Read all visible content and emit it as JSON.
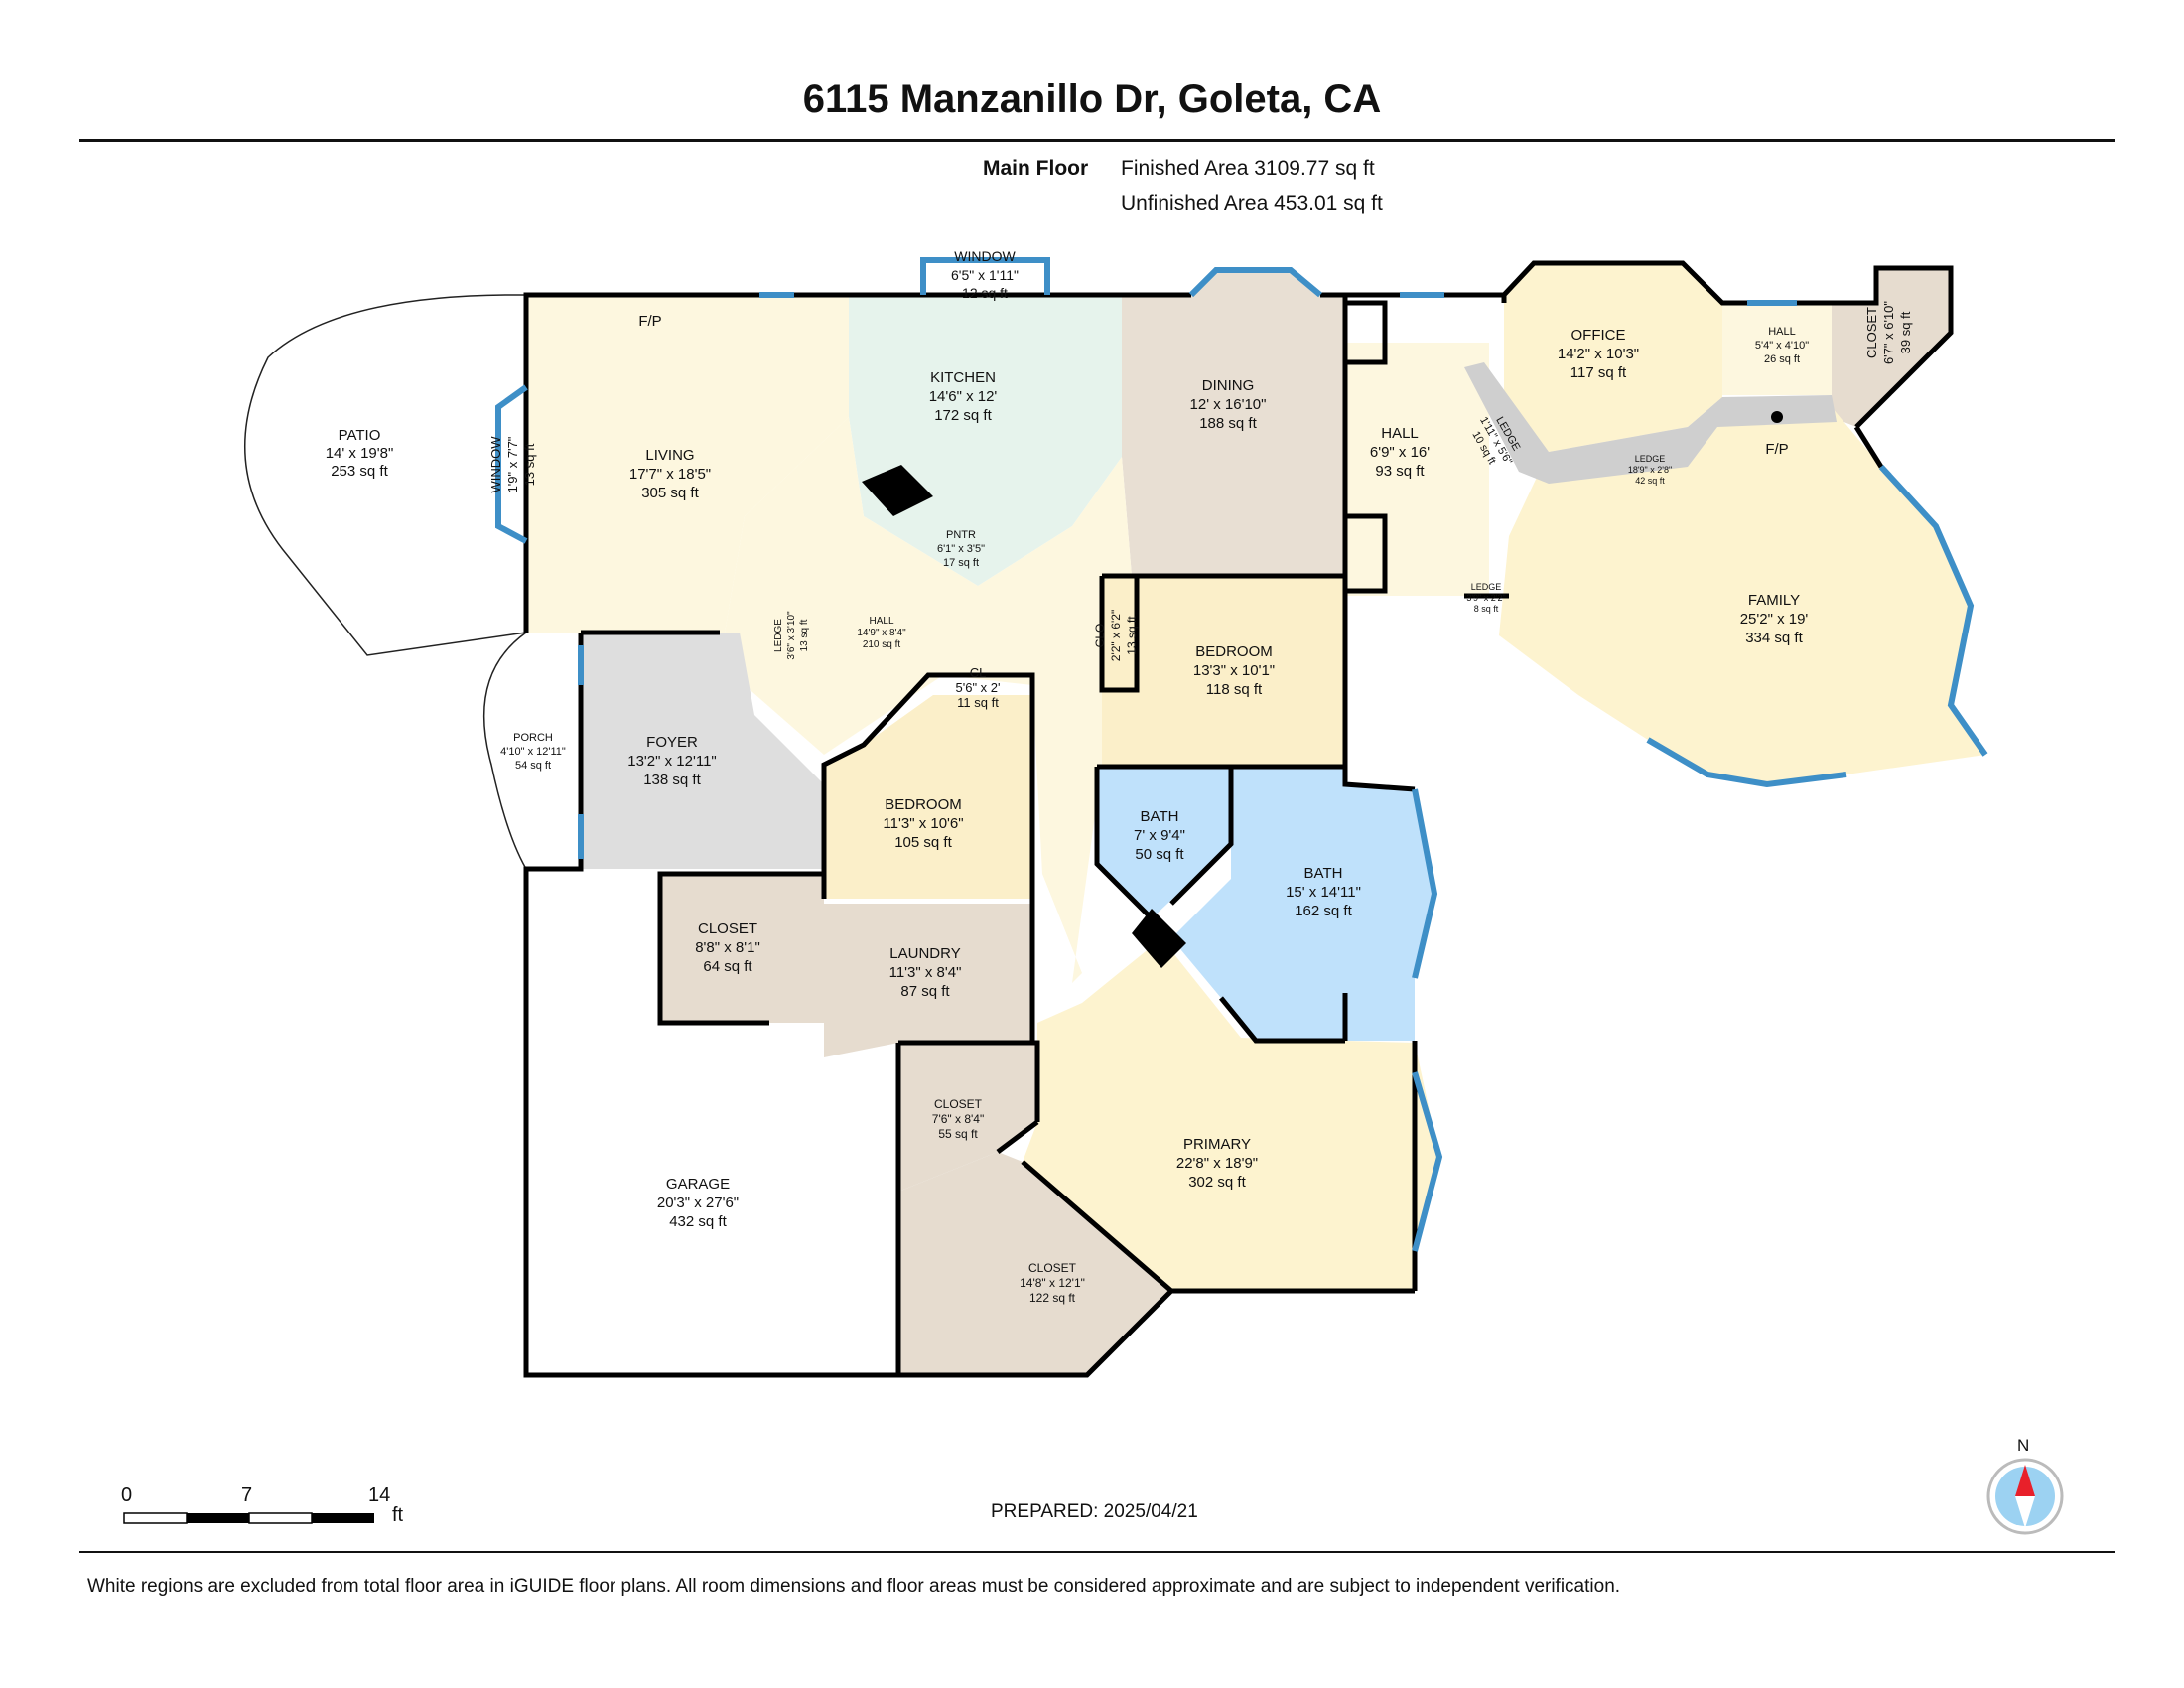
{
  "header": {
    "title": "6115 Manzanillo Dr, Goleta, CA",
    "floor_label": "Main Floor",
    "finished_area": "Finished Area 3109.77 sq ft",
    "unfinished_area": "Unfinished Area 453.01 sq ft"
  },
  "rooms": [
    {
      "id": "window-top",
      "name": "WINDOW",
      "dims": "6'5\" x 1'11\"",
      "area": "12 sq ft"
    },
    {
      "id": "kitchen",
      "name": "KITCHEN",
      "dims": "14'6\" x 12'",
      "area": "172 sq ft"
    },
    {
      "id": "dining",
      "name": "DINING",
      "dims": "12' x 16'10\"",
      "area": "188 sq ft"
    },
    {
      "id": "office",
      "name": "OFFICE",
      "dims": "14'2\" x 10'3\"",
      "area": "117 sq ft"
    },
    {
      "id": "hall-small",
      "name": "HALL",
      "dims": "5'4\" x 4'10\"",
      "area": "26 sq ft"
    },
    {
      "id": "closet-ne",
      "name": "CLOSET",
      "dims": "6'7\" x 6'10\"",
      "area": "39 sq ft"
    },
    {
      "id": "patio",
      "name": "PATIO",
      "dims": "14' x 19'8\"",
      "area": "253 sq ft"
    },
    {
      "id": "window-left",
      "name": "WINDOW",
      "dims": "1'9\" x 7'7\"",
      "area": "13 sq ft"
    },
    {
      "id": "living",
      "name": "LIVING",
      "dims": "17'7\" x 18'5\"",
      "area": "305 sq ft"
    },
    {
      "id": "hall-main",
      "name": "HALL",
      "dims": "6'9\" x 16'",
      "area": "93 sq ft"
    },
    {
      "id": "ledge-long",
      "name": "LEDGE",
      "dims": "18'9\" x 2'8\"",
      "area": "42 sq ft"
    },
    {
      "id": "ledge-diag",
      "name": "LEDGE",
      "dims": "1'11\" x 5'6\"",
      "area": "10 sq ft"
    },
    {
      "id": "pntr",
      "name": "PNTR",
      "dims": "6'1\" x 3'5\"",
      "area": "17 sq ft"
    },
    {
      "id": "hall-center",
      "name": "HALL",
      "dims": "14'9\" x 8'4\"",
      "area": "210 sq ft"
    },
    {
      "id": "ledge-center",
      "name": "LEDGE",
      "dims": "3'6\" x 3'10\"",
      "area": "13 sq ft"
    },
    {
      "id": "family",
      "name": "FAMILY",
      "dims": "25'2\" x 19'",
      "area": "334 sq ft"
    },
    {
      "id": "ledge-small",
      "name": "LEDGE",
      "dims": "3'9\" x 2'2\"",
      "area": "8 sq ft"
    },
    {
      "id": "bedroom-1",
      "name": "BEDROOM",
      "dims": "13'3\" x 10'1\"",
      "area": "118 sq ft"
    },
    {
      "id": "clo-bed1",
      "name": "CLO",
      "dims": "2'2\" x 6'2\"",
      "area": "13 sq ft"
    },
    {
      "id": "porch",
      "name": "PORCH",
      "dims": "4'10\" x 12'11\"",
      "area": "54 sq ft"
    },
    {
      "id": "foyer",
      "name": "FOYER",
      "dims": "13'2\" x 12'11\"",
      "area": "138 sq ft"
    },
    {
      "id": "clo-bed2",
      "name": "CL",
      "dims": "5'6\" x 2'",
      "area": "11 sq ft"
    },
    {
      "id": "bedroom-2",
      "name": "BEDROOM",
      "dims": "11'3\" x 10'6\"",
      "area": "105 sq ft"
    },
    {
      "id": "bath-1",
      "name": "BATH",
      "dims": "7' x 9'4\"",
      "area": "50 sq ft"
    },
    {
      "id": "bath-2",
      "name": "BATH",
      "dims": "15' x 14'11\"",
      "area": "162 sq ft"
    },
    {
      "id": "closet-fore",
      "name": "CLOSET",
      "dims": "8'8\" x 8'1\"",
      "area": "64 sq ft"
    },
    {
      "id": "laundry",
      "name": "LAUNDRY",
      "dims": "11'3\" x 8'4\"",
      "area": "87 sq ft"
    },
    {
      "id": "closet-walk",
      "name": "CLOSET",
      "dims": "7'6\" x 8'4\"",
      "area": "55 sq ft"
    },
    {
      "id": "primary",
      "name": "PRIMARY",
      "dims": "22'8\" x 18'9\"",
      "area": "302 sq ft"
    },
    {
      "id": "garage",
      "name": "GARAGE",
      "dims": "20'3\" x 27'6\"",
      "area": "432 sq ft"
    },
    {
      "id": "closet-big",
      "name": "CLOSET",
      "dims": "14'8\" x 12'1\"",
      "area": "122 sq ft"
    }
  ],
  "labels": {
    "fp_living": "F/P",
    "fp_family": "F/P"
  },
  "scale_bar": {
    "ticks": [
      "0",
      "7",
      "14"
    ],
    "unit": "ft"
  },
  "prepared": "PREPARED: 2025/04/21",
  "north": "N",
  "footer": "White regions are excluded from total floor area in iGUIDE floor plans. All room dimensions and floor areas must be considered approximate and are subject to independent verification.",
  "colors": {
    "living": "#fdf7df",
    "kitchen": "#e6f3ec",
    "dining": "#e8dfd3",
    "office": "#fdf3cf",
    "bedroom": "#fbefc9",
    "foyer": "#dedede",
    "bath": "#bfe1fb",
    "closet": "#e6dccf",
    "ledge": "#cfcfcf",
    "window": "#3e8fc7",
    "wall": "#000000",
    "compass_blue": "#9cd2f2",
    "compass_red": "#e8202a"
  }
}
